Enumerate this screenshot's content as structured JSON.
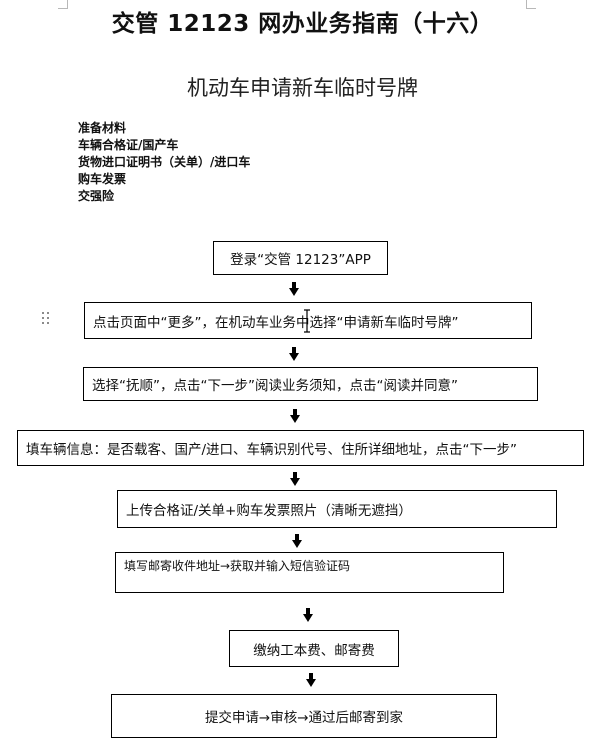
{
  "document": {
    "title": "交管 12123 网办业务指南（十六）",
    "subtitle": "机动车申请新车临时号牌",
    "materials": [
      "准备材料",
      "车辆合格证/国产车",
      "货物进口证明书（关单）/进口车",
      "购车发票",
      "交强险"
    ]
  },
  "flow": {
    "steps": [
      "登录“交管 12123”APP",
      "点击页面中“更多”，在机动车业务中选择“申请新车临时号牌”",
      "选择“抚顺”，点击“下一步”阅读业务须知，点击“阅读并同意”",
      "填车辆信息：是否载客、国产/进口、车辆识别代号、住所详细地址，点击“下一步”",
      "上传合格证/关单+购车发票照片（清晰无遮挡）",
      "填写邮寄收件地址→获取并输入短信验证码",
      "缴纳工本费、邮寄费",
      "提交申请→审核→通过后邮寄到家"
    ]
  },
  "icons": {
    "drag_handle": "drag-handle-icon",
    "text_cursor": "text-cursor-icon",
    "arrow": "arrow-down-icon"
  }
}
